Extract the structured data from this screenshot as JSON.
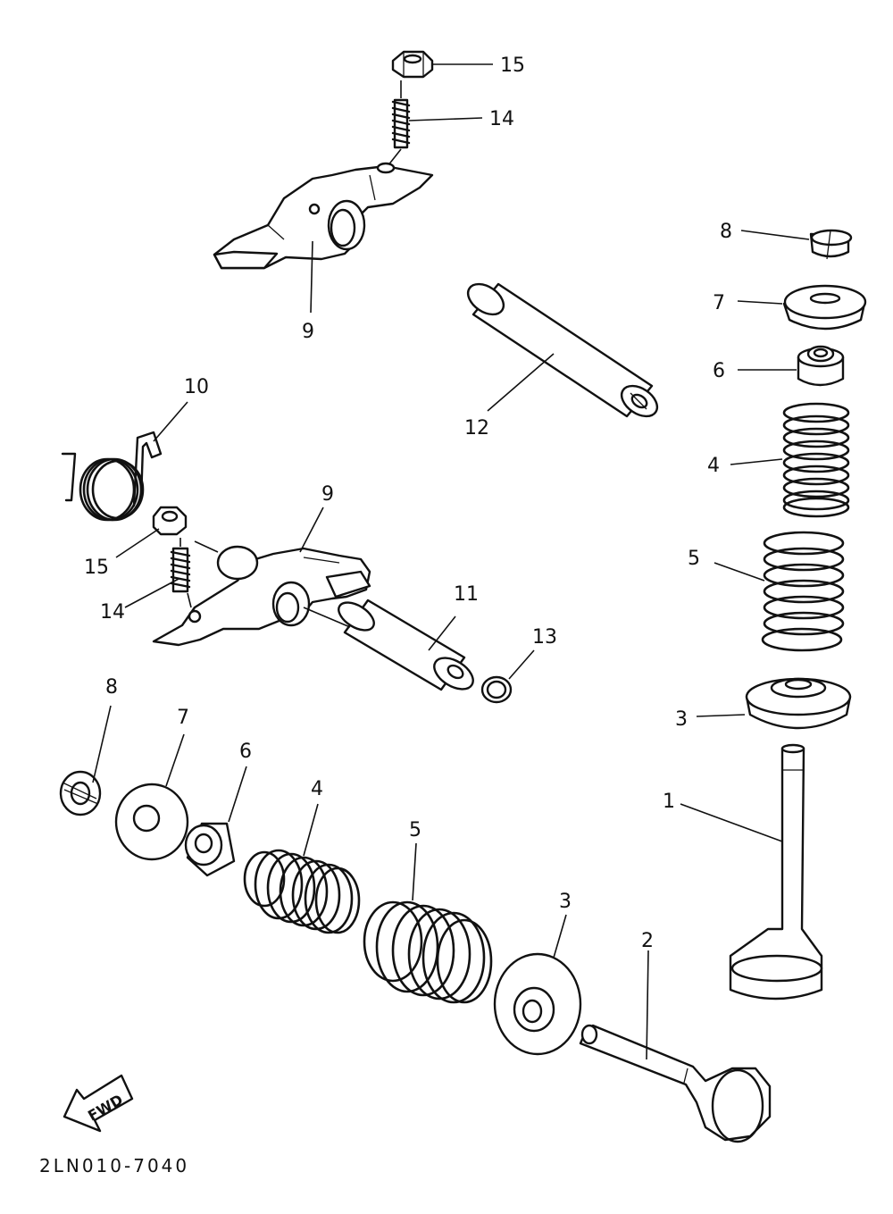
{
  "callouts": [
    {
      "id": "c15a",
      "text": "15"
    },
    {
      "id": "c14a",
      "text": "14"
    },
    {
      "id": "c9a",
      "text": "9"
    },
    {
      "id": "c8a",
      "text": "8"
    },
    {
      "id": "c7a",
      "text": "7"
    },
    {
      "id": "c6a",
      "text": "6"
    },
    {
      "id": "c12",
      "text": "12"
    },
    {
      "id": "c4a",
      "text": "4"
    },
    {
      "id": "c10",
      "text": "10"
    },
    {
      "id": "c9b",
      "text": "9"
    },
    {
      "id": "c15b",
      "text": "15"
    },
    {
      "id": "c14b",
      "text": "14"
    },
    {
      "id": "c5a",
      "text": "5"
    },
    {
      "id": "c11",
      "text": "11"
    },
    {
      "id": "c13",
      "text": "13"
    },
    {
      "id": "c3a",
      "text": "3"
    },
    {
      "id": "c8b",
      "text": "8"
    },
    {
      "id": "c7b",
      "text": "7"
    },
    {
      "id": "c6b",
      "text": "6"
    },
    {
      "id": "c4b",
      "text": "4"
    },
    {
      "id": "c1",
      "text": "1"
    },
    {
      "id": "c5b",
      "text": "5"
    },
    {
      "id": "c3b",
      "text": "3"
    },
    {
      "id": "c2",
      "text": "2"
    }
  ],
  "fwd_label": "FWD",
  "drawing_code": "2LN010-7040"
}
